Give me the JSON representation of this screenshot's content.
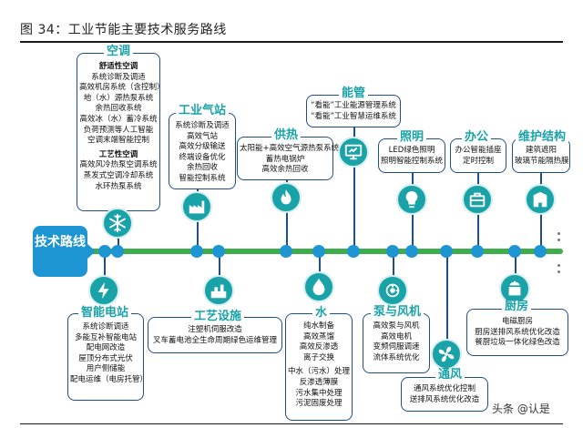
{
  "figure": {
    "title": "图 34：工业节能主要技术服务路线"
  },
  "main_line": {
    "label": "技术路线"
  },
  "categories": {
    "hvac": {
      "title": "空调",
      "lines": [
        "舒适性空调",
        "系统诊断及调适",
        "高效机房系统（含控制）",
        "地（水）源热泵系统",
        "余热回收系统",
        "高效冰（水）蓄冷系统",
        "负荷预测等人工智能",
        "空调末端智能控制",
        "工艺性空调",
        "高效风冷热泵空调系统",
        "蒸发式空调冷却系统",
        "水环热泵系统"
      ]
    },
    "industrial_gas": {
      "title": "工业气站",
      "lines": [
        "系统诊断及调适",
        "高效气站",
        "高效分级输送",
        "终端设备优化",
        "余热回收",
        "智能控制系统"
      ]
    },
    "heating": {
      "title": "供热",
      "lines": [
        "太阳能+高效空气源热泵系统",
        "蓄热电锅炉",
        "高效余热回收"
      ]
    },
    "energy_mgmt": {
      "title": "能管",
      "lines": [
        "“看能”工业能源管理系统",
        "“看能”工业智慧运维系统"
      ]
    },
    "lighting": {
      "title": "照明",
      "lines": [
        "LED绿色照明",
        "照明智能控制系统"
      ]
    },
    "office": {
      "title": "办公",
      "lines": [
        "办公智能插座",
        "定时控制"
      ]
    },
    "envelope": {
      "title": "维护结构",
      "lines": [
        "建筑遮阳",
        "玻璃节能隔热膜"
      ]
    },
    "smart_power": {
      "title": "智能电站",
      "lines": [
        "系统诊断调适",
        "多能互补智能电站",
        "配电网改造",
        "屋顶分布式光伏",
        "用户侧储能",
        "配电运维（电房托管）"
      ]
    },
    "process": {
      "title": "工艺设施",
      "lines": [
        "注塑机伺服改造",
        "叉车蓄电池全生命周期绿色运维管理"
      ]
    },
    "water": {
      "title": "水",
      "lines": [
        "纯水制备",
        "高效蒸馏",
        "高效反渗透",
        "离子交换",
        "中水（污水）处理",
        "反渗透薄膜",
        "污水集中处理",
        "污泥固废处理"
      ]
    },
    "pumps_fans": {
      "title": "泵与风机",
      "lines": [
        "高效泵与风机",
        "高效电机",
        "变频伺服调速",
        "流体系统优化"
      ]
    },
    "ventilation": {
      "title": "通风",
      "lines": [
        "通风系统优化控制",
        "送排风系统优化改造"
      ]
    },
    "kitchen": {
      "title": "厨房",
      "lines": [
        "电磁厨房",
        "厨房送排风系统优化改造",
        "餐厨垃圾一体化绿色改造"
      ]
    }
  },
  "icons": {
    "hvac": "snowflake-icon",
    "industrial_gas": "factory-icon",
    "heating": "flame-icon",
    "energy_mgmt": "energy-monitor-icon",
    "lighting": "light-bulb-icon",
    "office": "office-tools-icon",
    "envelope": "building-icon",
    "smart_power": "power-station-icon",
    "process": "process-facility-icon",
    "water": "water-drop-icon",
    "pumps_fans": "pump-icon",
    "ventilation": "fan-icon",
    "kitchen": "kitchen-icon"
  },
  "colors": {
    "box_border": "#1f4f8a",
    "category_text": "#19a3a8",
    "track": "#3dae49",
    "node": "#1e95d3",
    "icon_bg": "#19a3a8"
  },
  "watermark": "头条 @认是"
}
